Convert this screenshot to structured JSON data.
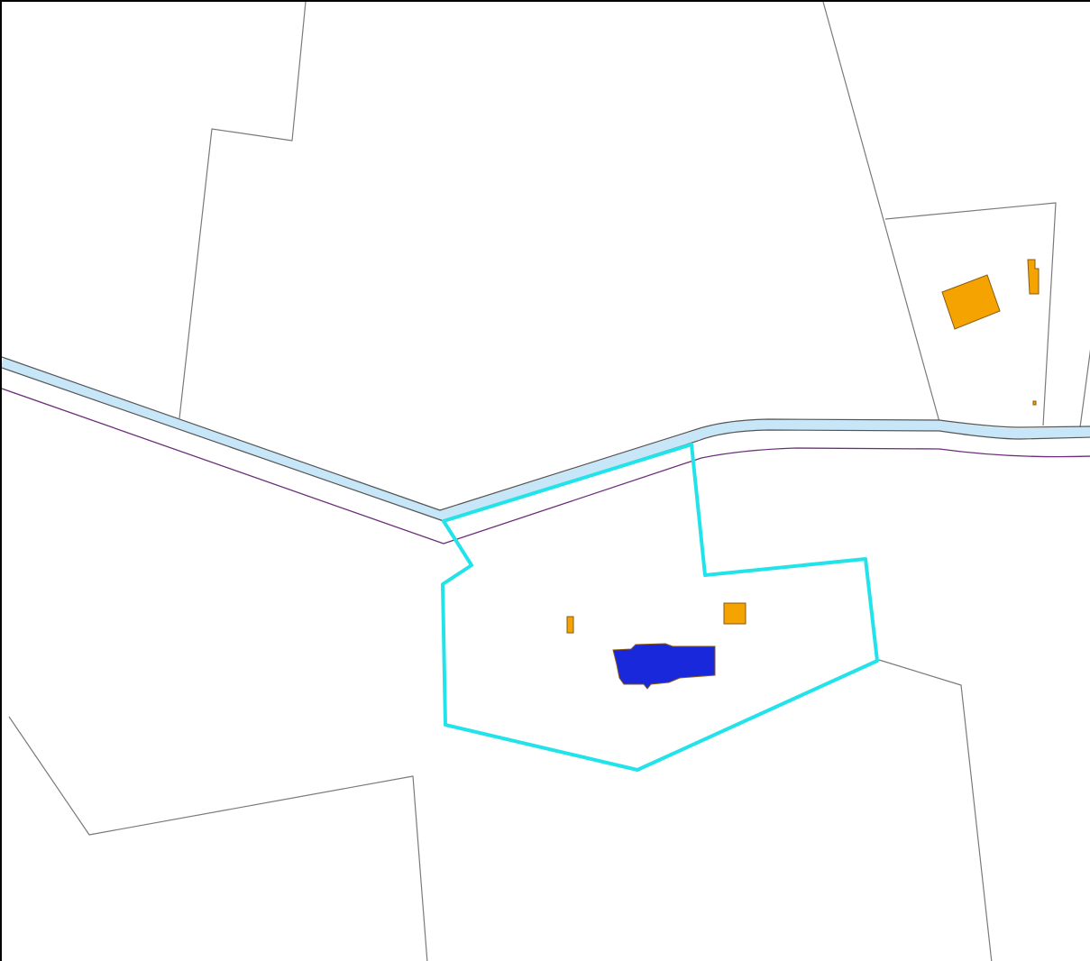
{
  "map": {
    "colors": {
      "background": "#ffffff",
      "frame": "#000000",
      "parcel_line": "#7a7a7a",
      "road_fill": "#c7e6f7",
      "road_edge": "#555555",
      "road_offset_line": "#6b2f7a",
      "selected_parcel": "#22e3ea",
      "building": "#f5a300",
      "building_outline": "#8a5a10",
      "selected_building": "#1a28dc"
    },
    "layers": [
      "parcel-boundaries",
      "road",
      "road-offset-line",
      "selected-parcel",
      "buildings",
      "selected-building"
    ]
  }
}
